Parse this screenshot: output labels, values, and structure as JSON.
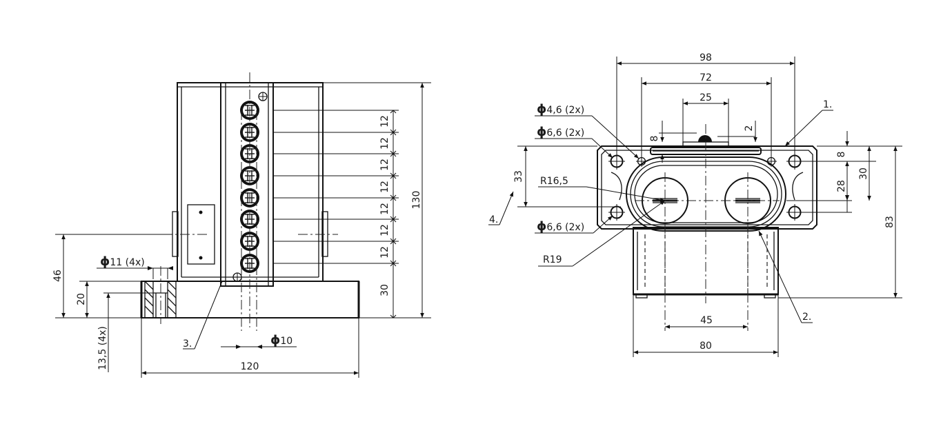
{
  "left_view": {
    "dims": {
      "height_total": "130",
      "pitch": "12",
      "bottom_offset": "30",
      "mount_height": "46",
      "base_height": "20",
      "bolt_height": "13,5 (4x)",
      "hole_dia": "11 (4x)",
      "width": "120",
      "pin_dia": "10"
    },
    "callouts": {
      "c3": "3."
    }
  },
  "right_view": {
    "dims": {
      "overall_width": "98",
      "inner_width": "72",
      "center_width": "25",
      "gap_8": "8",
      "gap_2": "2",
      "height_33": "33",
      "height_83": "83",
      "offset_8": "8",
      "height_30": "30",
      "height_28": "28",
      "spacing_45": "45",
      "body_width": "80",
      "hole_a": "4,6 (2x)",
      "hole_b": "6,6 (2x)",
      "hole_c": "6,6 (2x)",
      "radius_a": "R16,5",
      "radius_b": "R19"
    },
    "callouts": {
      "c1": "1.",
      "c2": "2.",
      "c4": "4."
    }
  },
  "symbols": {
    "diameter": "ϕ"
  }
}
